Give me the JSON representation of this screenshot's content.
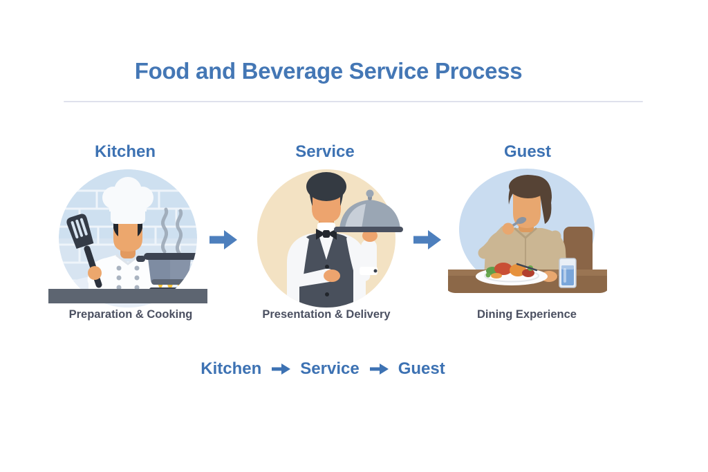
{
  "title": "Food and Beverage Service Process",
  "stages": [
    {
      "label": "Kitchen",
      "caption": "Preparation & Cooking",
      "illustration": "chef-cooking-illustration"
    },
    {
      "label": "Service",
      "caption": "Presentation & Delivery",
      "illustration": "waiter-serving-illustration"
    },
    {
      "label": "Guest",
      "caption": "Dining Experience",
      "illustration": "guest-dining-illustration"
    }
  ],
  "flow": {
    "steps": [
      "Kitchen",
      "Service",
      "Guest"
    ],
    "separator_icon": "arrow-right-icon"
  },
  "colors": {
    "title_blue": "#4477b5",
    "heading_blue": "#3d72b3",
    "caption_gray": "#4b5061",
    "arrow_blue": "#4d7fbd",
    "divider_gray": "#dfe1ec",
    "kitchen_circle_bg": "#d7e4f1",
    "service_circle_bg": "#f3e2c3",
    "guest_circle_bg": "#c9dcf0"
  }
}
